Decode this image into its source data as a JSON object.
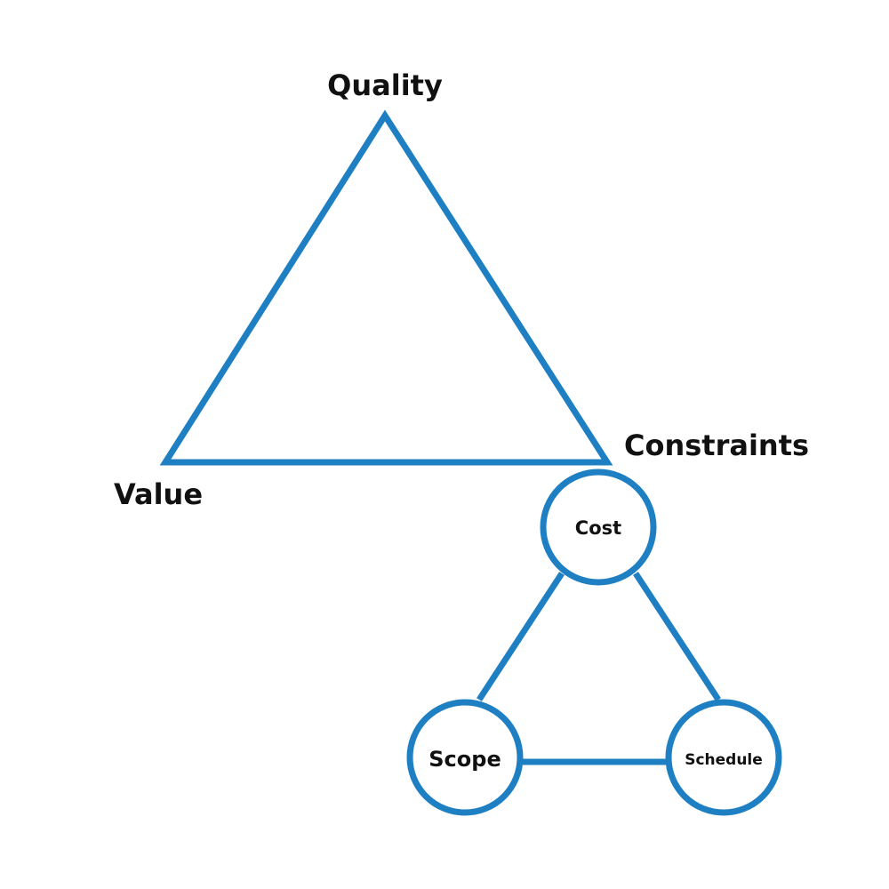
{
  "colors": {
    "stroke": "#1f7fc3",
    "text": "#111111",
    "background": "#ffffff"
  },
  "main_triangle": {
    "top_label": "Quality",
    "left_label": "Value",
    "right_label": "Constraints"
  },
  "constraints": {
    "cost": "Cost",
    "scope": "Scope",
    "schedule": "Schedule"
  }
}
